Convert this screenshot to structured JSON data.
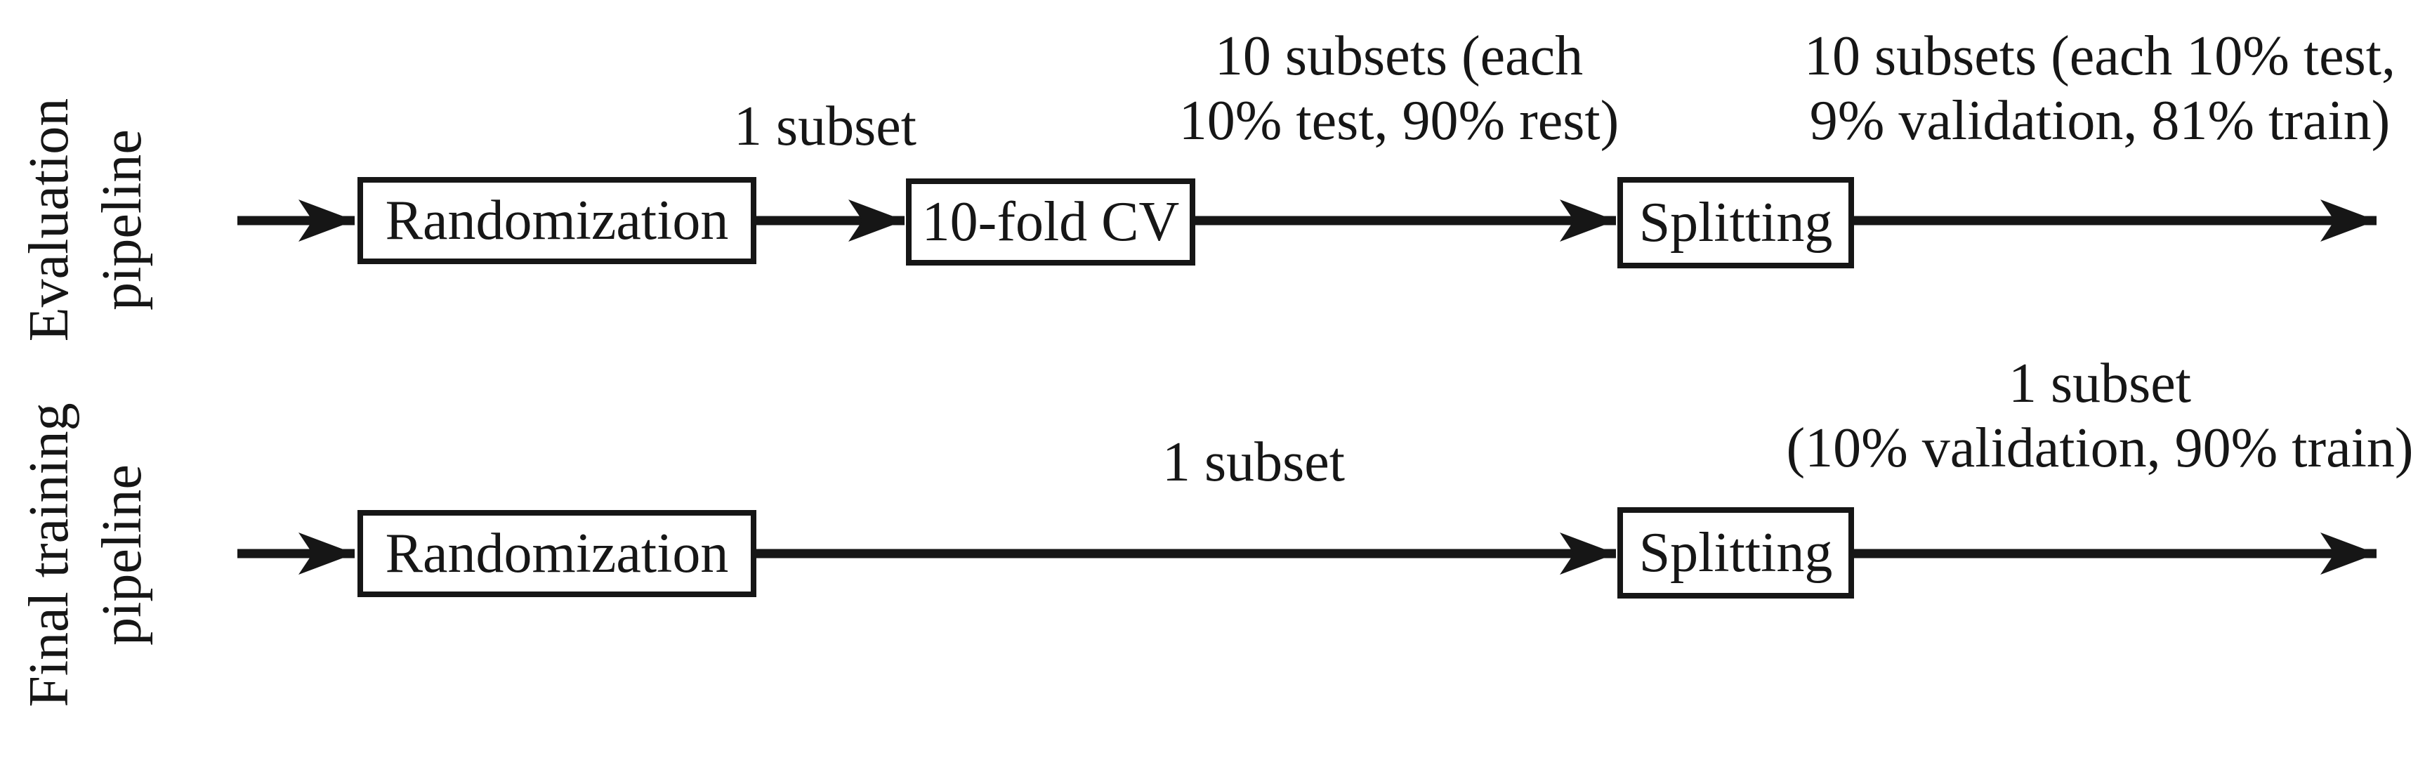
{
  "diagram": {
    "colors": {
      "ink": "#161616",
      "background": "#ffffff"
    },
    "rows": [
      {
        "name": "evaluation-pipeline",
        "side_label": {
          "line1": "Evaluation",
          "line2": "pipeline"
        },
        "boxes": {
          "randomization": "Randomization",
          "cv": "10-fold CV",
          "splitting": "Splitting"
        },
        "labels": {
          "subset_after_randomization": "1 subset",
          "after_cv": {
            "line1": "10 subsets (each",
            "line2": "10% test, 90% rest)"
          },
          "after_splitting": {
            "line1": "10 subsets (each 10% test,",
            "line2": "9% validation, 81% train)"
          }
        }
      },
      {
        "name": "final-training-pipeline",
        "side_label": {
          "line1": "Final training",
          "line2": "pipeline"
        },
        "boxes": {
          "randomization": "Randomization",
          "splitting": "Splitting"
        },
        "labels": {
          "subset_after_randomization": "1 subset",
          "after_splitting": {
            "line1": "1 subset",
            "line2": "(10% validation, 90% train)"
          }
        }
      }
    ]
  }
}
